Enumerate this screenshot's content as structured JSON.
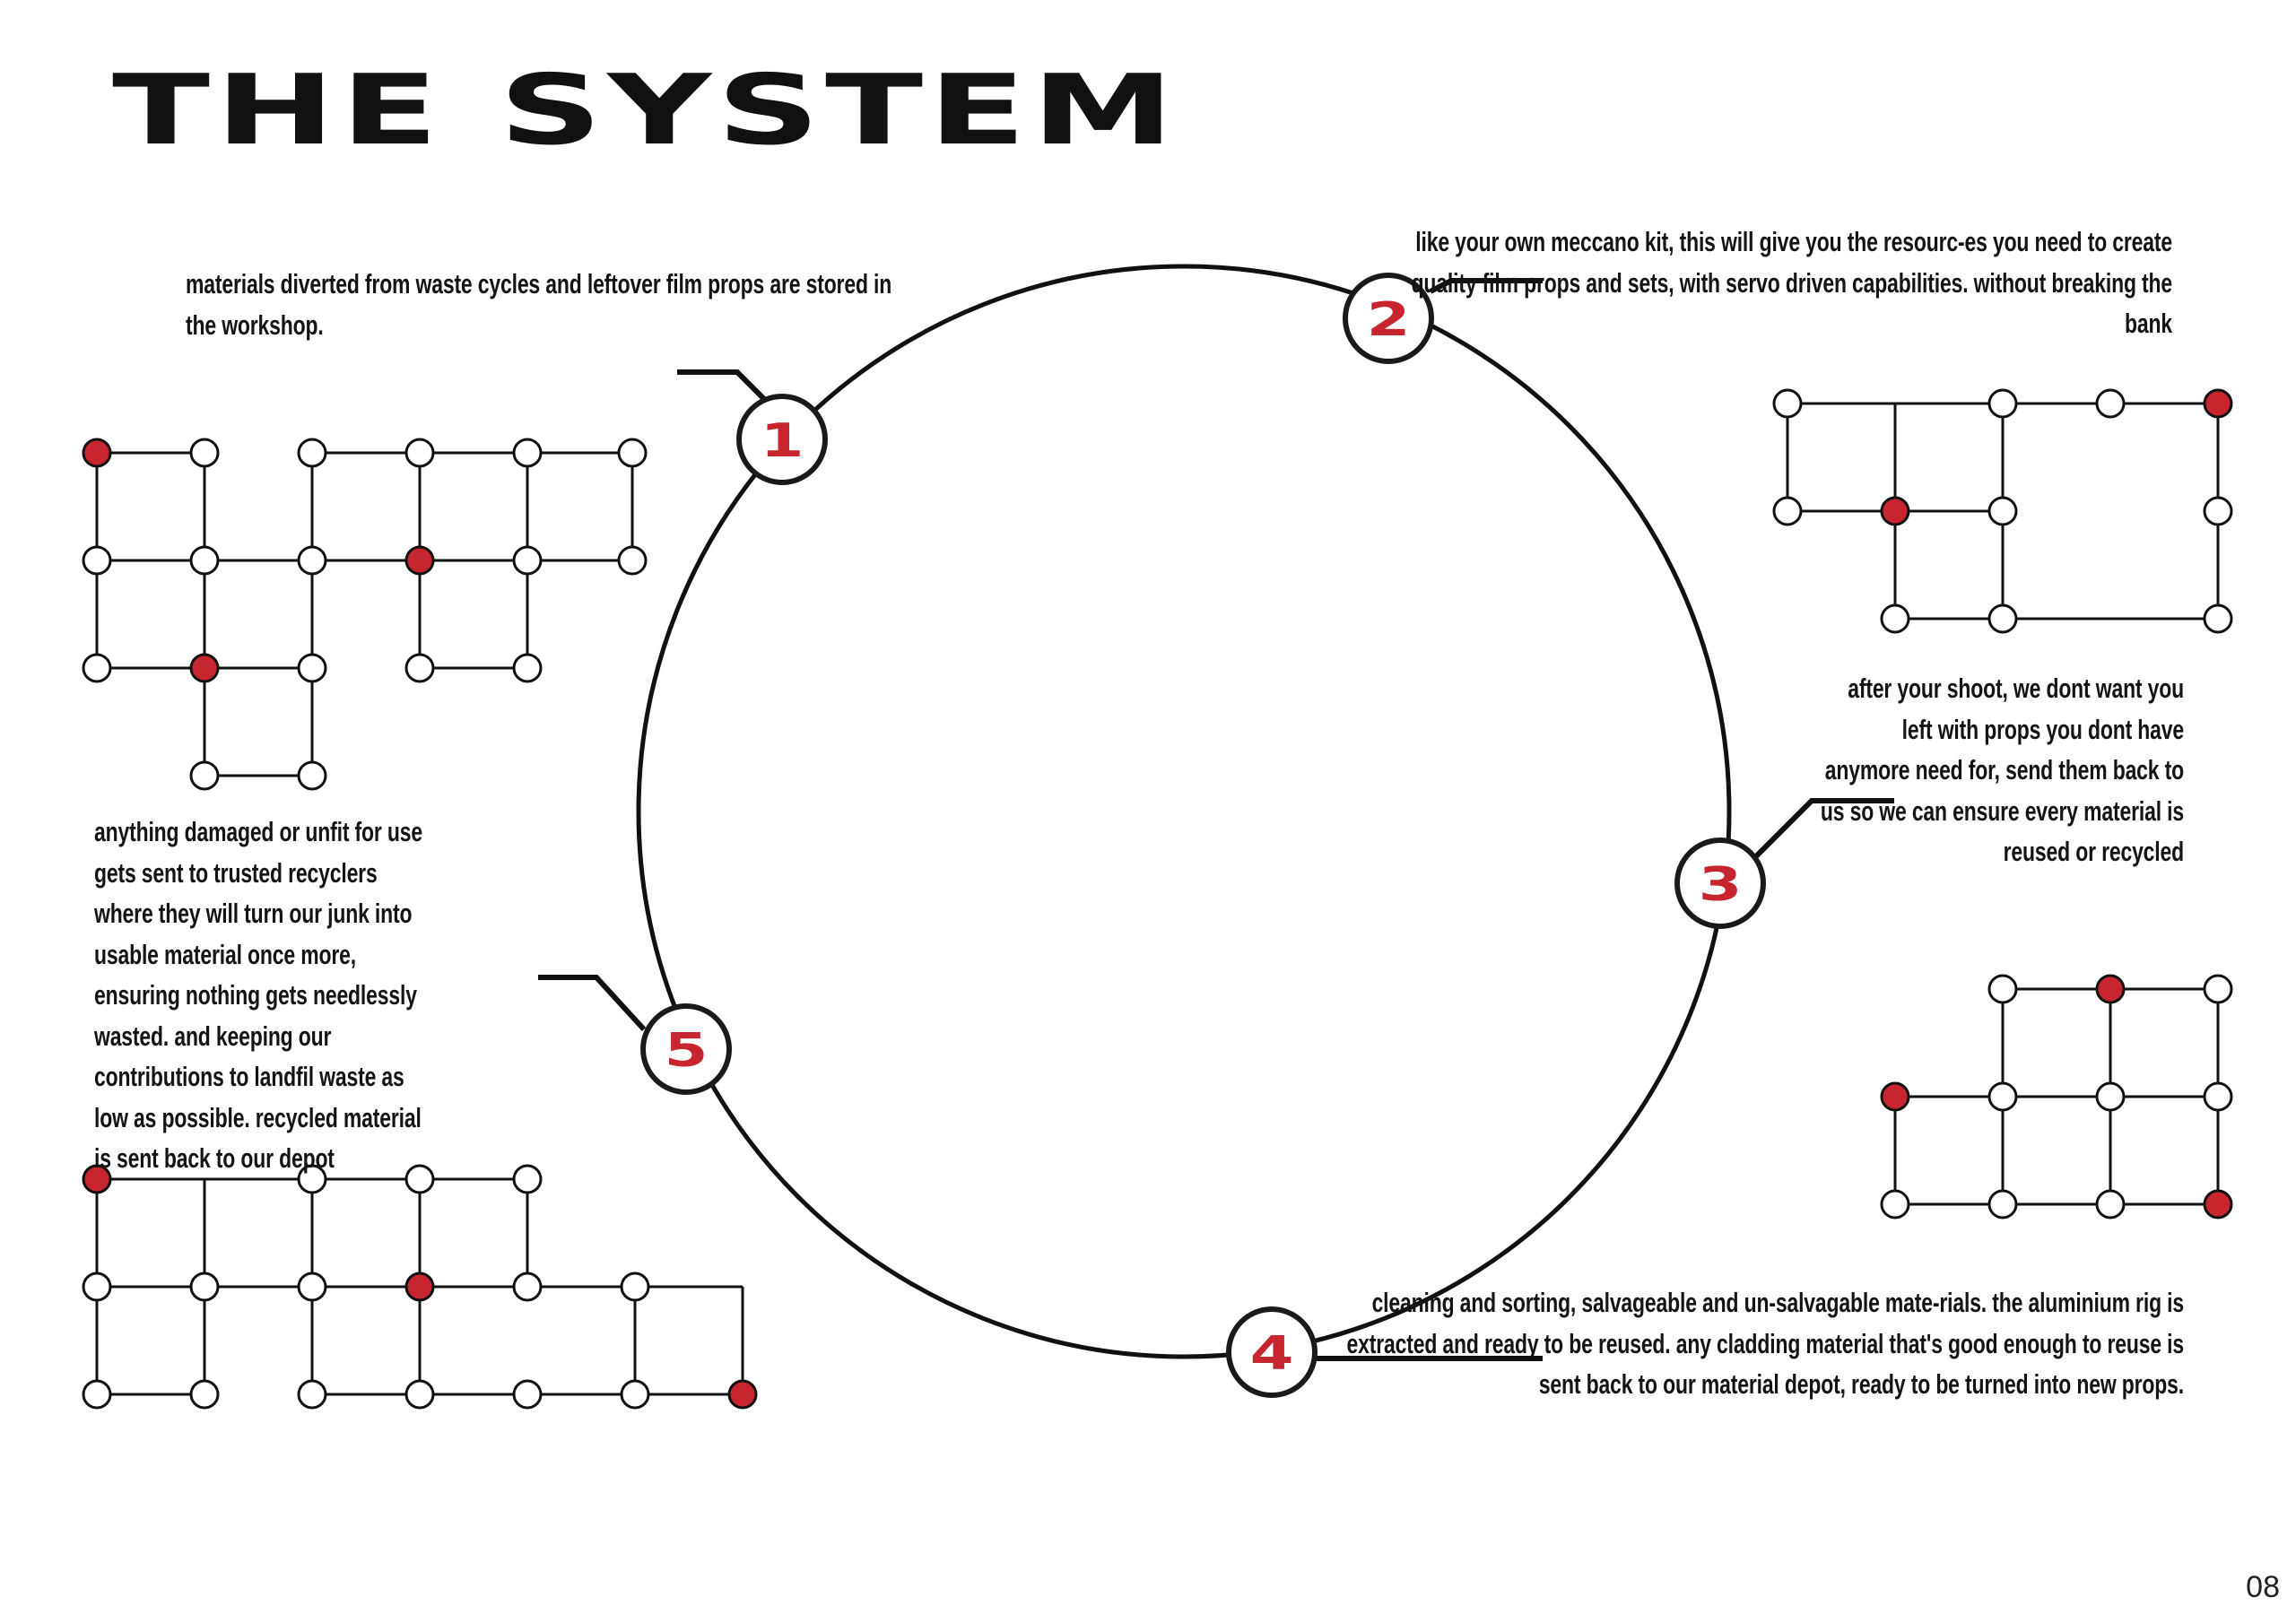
{
  "title": "THE SYSTEM",
  "page_number": "08",
  "colors": {
    "accent": "#c8262f",
    "line": "#111111",
    "node_fill": "#ffffff"
  },
  "steps": [
    {
      "number": "1",
      "text": "materials diverted from waste cycles and leftover film props are stored in the workshop."
    },
    {
      "number": "2",
      "text": "like your own meccano kit, this will give you the resourc-es you need to create quality film props and sets, with servo driven capabilities. without breaking the bank"
    },
    {
      "number": "3",
      "text": "after your shoot, we dont want you left with props you dont have anymore need for, send them back to us so we can ensure every material is reused or recycled"
    },
    {
      "number": "4",
      "text": "cleaning and sorting, salvageable and un-salvagable mate-rials. the aluminium rig is extracted and ready to be reused. any cladding material that's good enough to reuse is sent back to our material depot, ready to be turned into new props."
    },
    {
      "number": "5",
      "text": "anything damaged or unfit for use gets sent to trusted recyclers where they will turn our junk into usable material once more, ensuring nothing gets needlessly wasted. and keeping our contributions to landfil waste as low as possible. recycled material is sent back to our depot"
    }
  ]
}
